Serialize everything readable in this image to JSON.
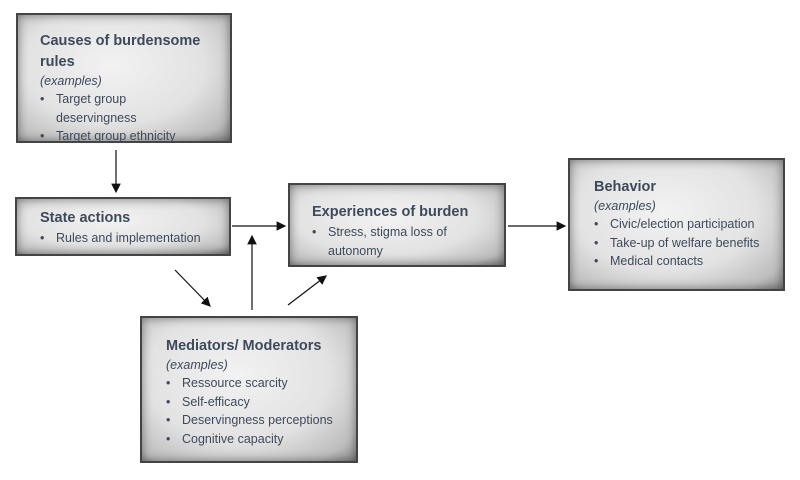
{
  "boxes": {
    "causes": {
      "title": "Causes of burdensome rules",
      "note": "(examples)",
      "items": [
        "Target group deservingness",
        "Target group ethnicity"
      ]
    },
    "state": {
      "title": "State actions",
      "items": [
        "Rules and implementation"
      ]
    },
    "experiences": {
      "title": "Experiences of burden",
      "items": [
        "Stress, stigma loss of autonomy"
      ]
    },
    "behavior": {
      "title": "Behavior",
      "note": "(examples)",
      "items": [
        "Civic/election participation",
        "Take-up of welfare benefits",
        "Medical contacts"
      ]
    },
    "mediators": {
      "title": "Mediators/ Moderators",
      "note": "(examples)",
      "items": [
        "Ressource scarcity",
        "Self-efficacy",
        "Deservingness perceptions",
        "Cognitive capacity"
      ]
    }
  }
}
